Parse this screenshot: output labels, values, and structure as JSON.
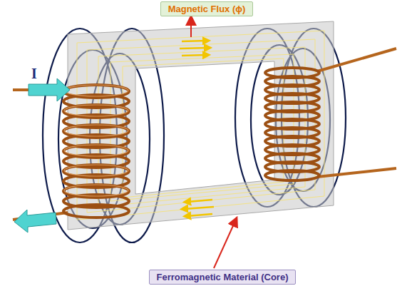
{
  "diagram": {
    "nodes": [
      {
        "text": [
          "Magnetic Flux (ϕ)"
        ]
      },
      {
        "text": [
          "Ferromagnetic Material (Core)"
        ]
      }
    ],
    "labels": [
      "I"
    ]
  }
}
